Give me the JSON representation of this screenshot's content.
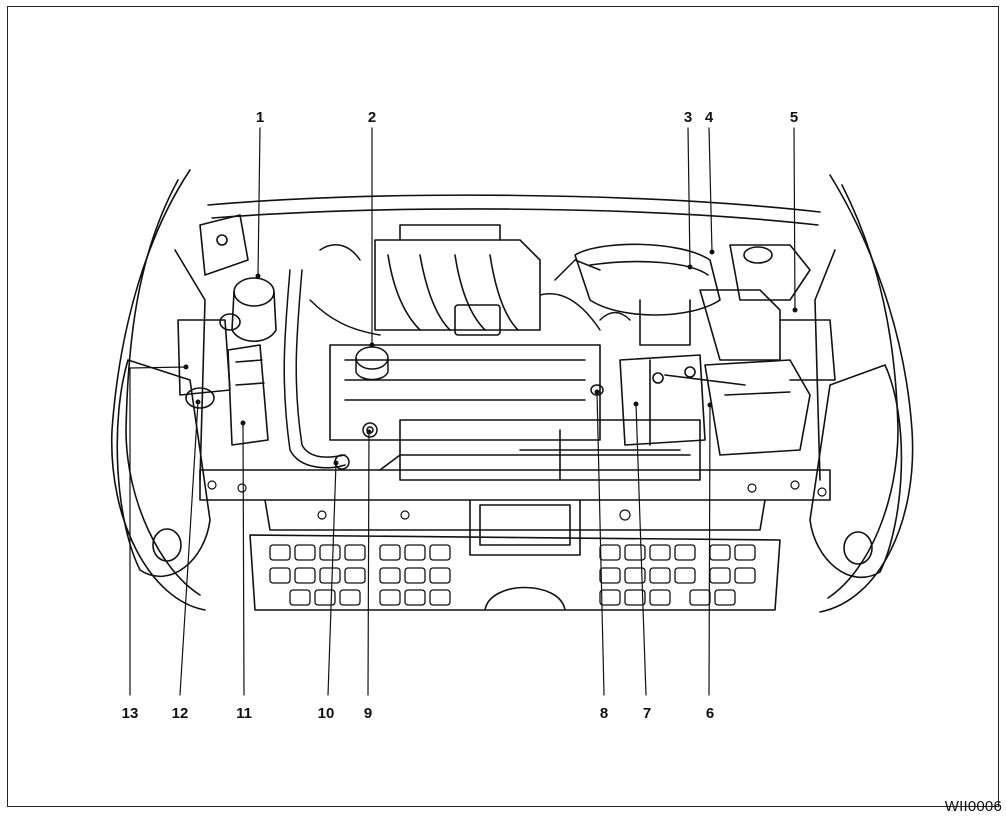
{
  "diagram": {
    "callouts": [
      "1",
      "2",
      "3",
      "4",
      "5",
      "6",
      "7",
      "8",
      "9",
      "10",
      "11",
      "12",
      "13"
    ],
    "figure_code": "WII0006"
  }
}
